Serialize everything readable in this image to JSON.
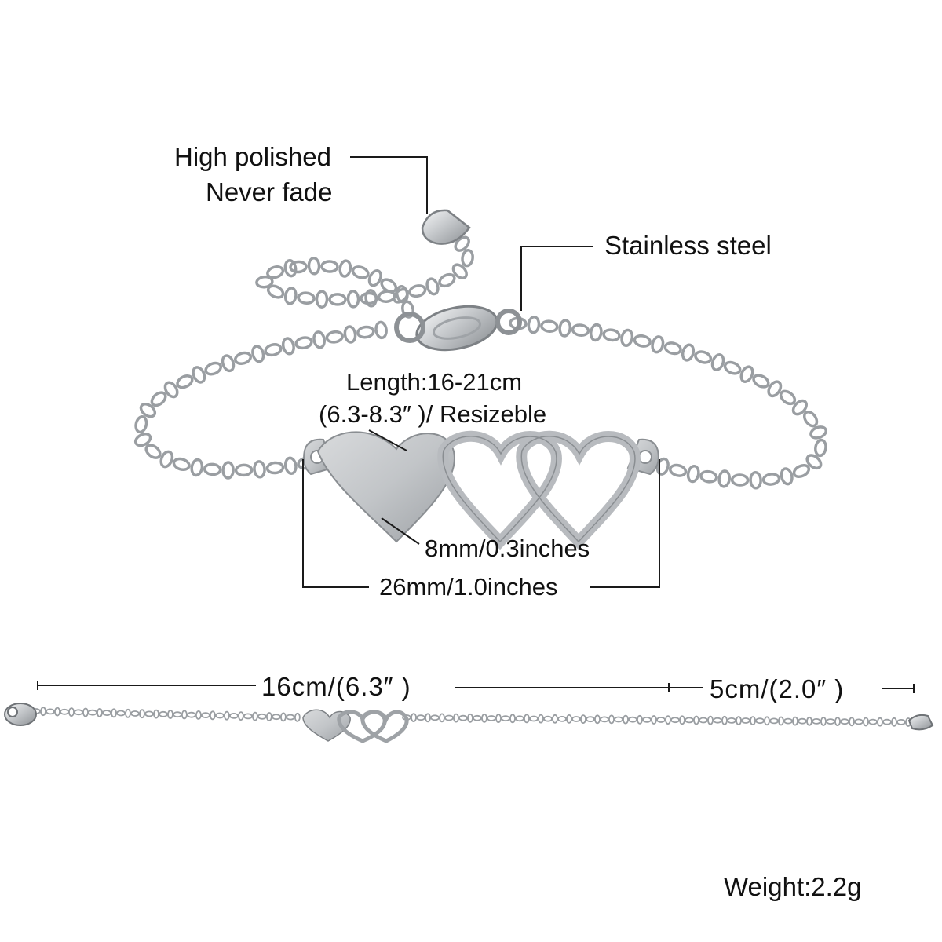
{
  "annotations": {
    "finish_line1": "High polished",
    "finish_line2": "Never fade",
    "material": "Stainless steel",
    "length": "Length:16-21cm",
    "length_inches": "(6.3-8.3″ )/ Resizeble",
    "heart_height": "8mm/0.3inches",
    "pendant_width": "26mm/1.0inches",
    "main_chain_length": "16cm/(6.3″ )",
    "extension_length": "5cm/(2.0″ )",
    "weight": "Weight:2.2g"
  },
  "colors": {
    "background": "#ffffff",
    "metal": "#b9bcc0",
    "metal_dark": "#6f7377",
    "text": "#111111",
    "lines": "#1a1a1a"
  },
  "icons": [
    "bracelet-photo",
    "heart-pendant",
    "lobster-clasp",
    "chain"
  ]
}
